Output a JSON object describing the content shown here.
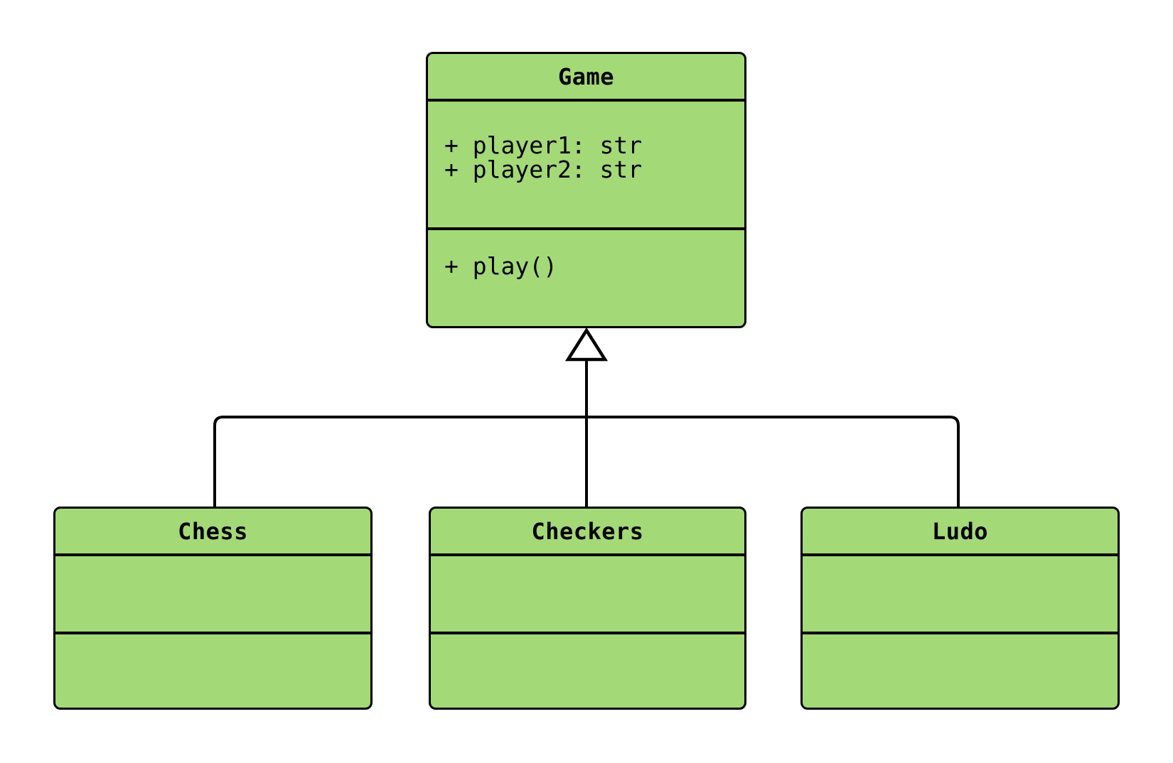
{
  "diagram": {
    "kind": "uml-class-diagram",
    "colors": {
      "class_fill": "#a3d977",
      "stroke": "#000000",
      "background": "#ffffff",
      "text": "#000000"
    },
    "classes": [
      {
        "id": "game",
        "name": "Game",
        "attributes": [
          "+ player1: str",
          "+ player2: str"
        ],
        "methods": [
          "+ play()"
        ]
      },
      {
        "id": "chess",
        "name": "Chess",
        "attributes": [],
        "methods": []
      },
      {
        "id": "checkers",
        "name": "Checkers",
        "attributes": [],
        "methods": []
      },
      {
        "id": "ludo",
        "name": "Ludo",
        "attributes": [],
        "methods": []
      }
    ],
    "relations": [
      {
        "type": "inheritance",
        "from": "Chess",
        "to": "Game"
      },
      {
        "type": "inheritance",
        "from": "Checkers",
        "to": "Game"
      },
      {
        "type": "inheritance",
        "from": "Ludo",
        "to": "Game"
      }
    ]
  }
}
